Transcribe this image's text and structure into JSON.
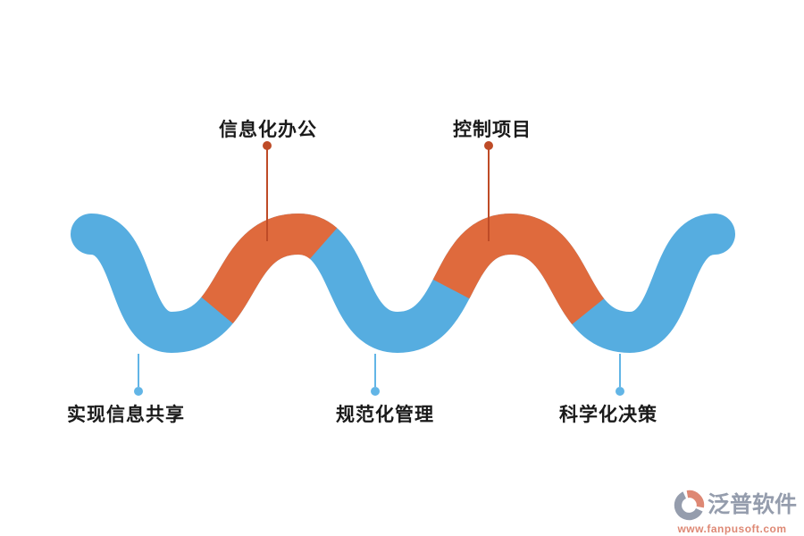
{
  "diagram": {
    "type": "s-curve-process-flow",
    "top_items": [
      {
        "label": "信息化办公"
      },
      {
        "label": "控制项目"
      }
    ],
    "bottom_items": [
      {
        "label": "实现信息共享"
      },
      {
        "label": "规范化管理"
      },
      {
        "label": "科学化决策"
      }
    ]
  },
  "colors": {
    "wave_blue": "#56ADE0",
    "wave_orange": "#DF6A3D",
    "top_connector": "#BE4B27",
    "bottom_connector": "#62B5E6",
    "label_text": "#1A1A1A",
    "watermark_text": "#959DAD",
    "watermark_accent": "#DE8874",
    "background": "#FFFFFF"
  },
  "watermark": {
    "brand": "泛普软件",
    "url": "www.fanpusoft.com"
  }
}
